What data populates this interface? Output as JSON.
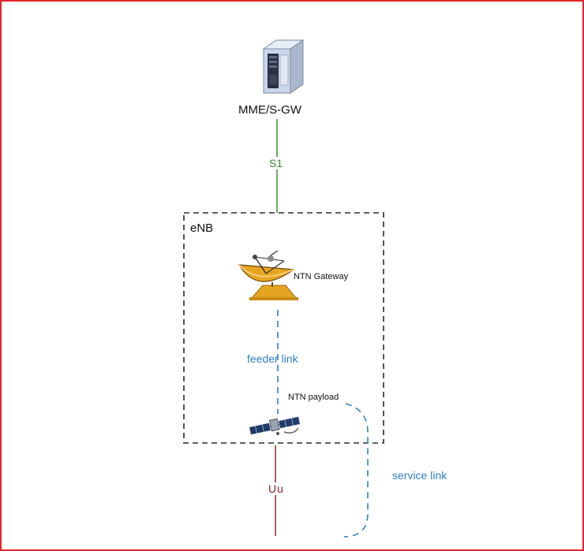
{
  "nodes": {
    "core": "MME/S-GW",
    "enb": "eNB",
    "gateway": "NTN Gateway",
    "payload": "NTN payload"
  },
  "links": {
    "s1": "S1",
    "feeder": "feeder link",
    "uu": "Uu",
    "service": "service link"
  },
  "colors": {
    "frame": "#e3262a",
    "s1_line": "#3b8e2f",
    "uu_line": "#8a2a28",
    "radio_link": "#2f7fc4",
    "dish": "#e6a521",
    "server": "#c9d6ea"
  },
  "icons": [
    "server-icon",
    "satellite-dish-icon",
    "satellite-icon"
  ]
}
